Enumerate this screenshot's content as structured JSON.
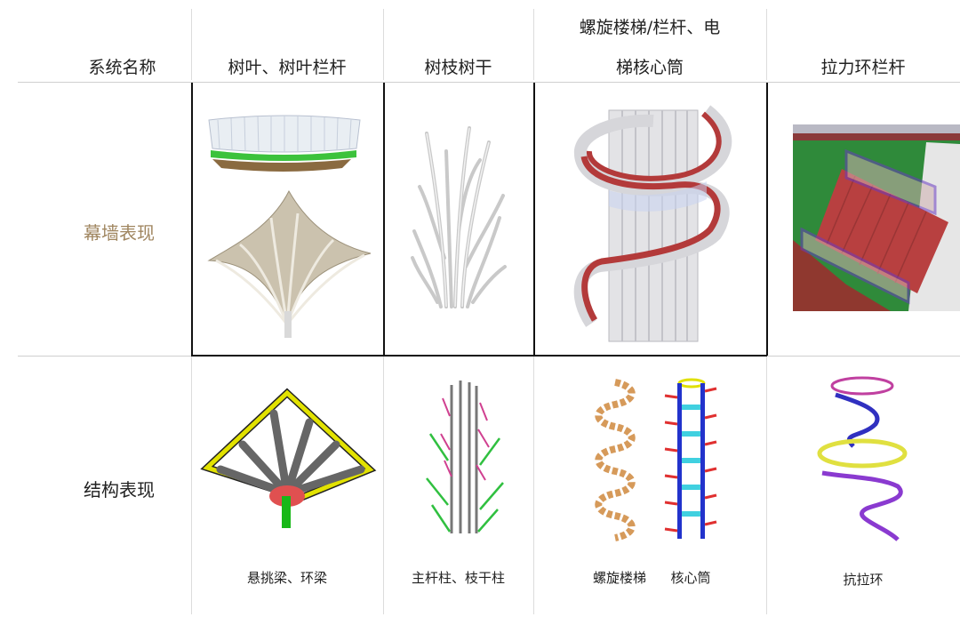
{
  "table": {
    "columns": [
      "系统名称",
      "树叶、树叶栏杆",
      "树枝树干",
      [
        "螺旋楼梯/栏杆、电",
        "梯核心筒"
      ],
      "拉力环栏杆"
    ],
    "rows": [
      {
        "label": "幕墙表现",
        "label_color": "#a08660"
      },
      {
        "label": "结构表现",
        "label_color": "#222222"
      }
    ],
    "captions": {
      "leaf": "悬挑梁、环梁",
      "branch": "主杆柱、枝干柱",
      "stair": "螺旋楼梯",
      "core": "核心筒",
      "ring": "抗拉环"
    }
  },
  "colors": {
    "grid_dark": "#111111",
    "grid_light": "#dcdcdc",
    "facade_green": "#3a8f3a",
    "stair_red": "#b33a3a",
    "struct_yellow": "#d8d800",
    "struct_blue": "#2233cc",
    "struct_magenta": "#c040a0",
    "struct_orange": "#d09050"
  },
  "icons": {
    "leaf_facade": "leaf-canopy-render",
    "branch_facade": "branch-trunk-render",
    "stair_facade": "spiral-stair-render",
    "ring_facade": "ring-railing-render",
    "leaf_struct": "cantilever-frame-model",
    "branch_struct": "column-model",
    "stair_struct": "stair-spiral-model",
    "core_struct": "core-tube-model",
    "ring_struct": "tension-ring-model"
  }
}
